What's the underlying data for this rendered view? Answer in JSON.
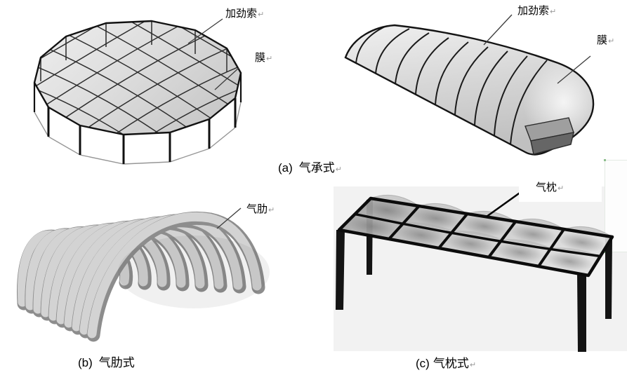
{
  "document": {
    "background": "#ffffff"
  },
  "figure": {
    "panels": {
      "dome": {
        "annotations": {
          "cable": {
            "text": "加劲索",
            "mark": "↵"
          },
          "membrane": {
            "text": "膜",
            "mark": "↵"
          }
        }
      },
      "tube": {
        "annotations": {
          "cable": {
            "text": "加劲索",
            "mark": "↵"
          },
          "membrane": {
            "text": "膜",
            "mark": "↵"
          }
        }
      },
      "ribs": {
        "annotations": {
          "rib": {
            "text": "气肋",
            "mark": "↵"
          }
        }
      },
      "pillows": {
        "annotations": {
          "pillow": {
            "text": "气枕",
            "mark": "↵"
          }
        }
      }
    },
    "captions": {
      "a": {
        "index": "(a)",
        "text": "气承式",
        "mark": "↵"
      },
      "b": {
        "index": "(b)",
        "text": "气肋式",
        "mark": ""
      },
      "c": {
        "index": "(c)",
        "text": "气枕式",
        "mark": "↵"
      }
    },
    "colors": {
      "outline": "#141414",
      "membrane_fill": "#d9d9d9",
      "grid_line": "#2f2f2f",
      "frame": "#0c0c0c",
      "tube_light": "#d3d3d3",
      "tube_shade": "#8d8d8d",
      "figure_bg": "#f2f2f2"
    }
  }
}
